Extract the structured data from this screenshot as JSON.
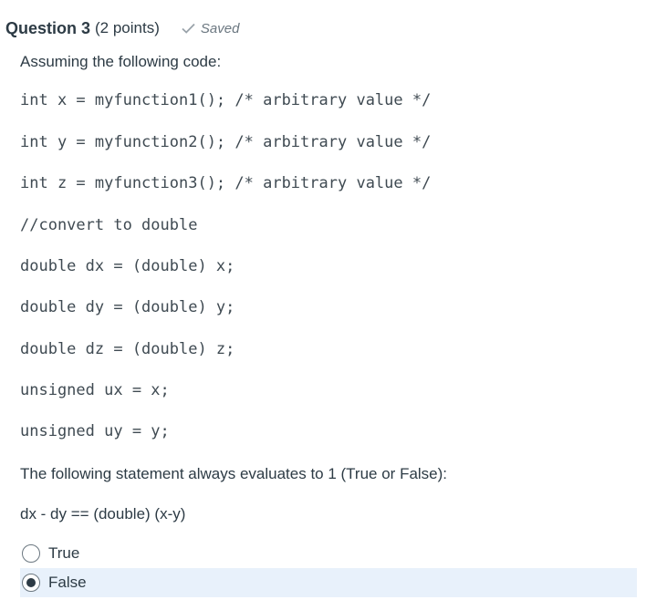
{
  "question": {
    "title": "Question 3",
    "points": "(2 points)",
    "saved_label": "Saved",
    "intro": "Assuming the following code:",
    "code_lines": [
      "int x = myfunction1(); /* arbitrary value */",
      "int y = myfunction2(); /* arbitrary value */",
      "int z = myfunction3(); /* arbitrary value */",
      "//convert to double",
      "double dx = (double) x;",
      "double dy = (double) y;",
      "double dz = (double) z;",
      "unsigned ux = x;",
      "unsigned uy = y;"
    ],
    "statement": "The following statement always evaluates to 1 (True or False):",
    "expression": "dx - dy == (double) (x-y)",
    "options": [
      {
        "label": "True",
        "selected": false
      },
      {
        "label": "False",
        "selected": true
      }
    ]
  }
}
